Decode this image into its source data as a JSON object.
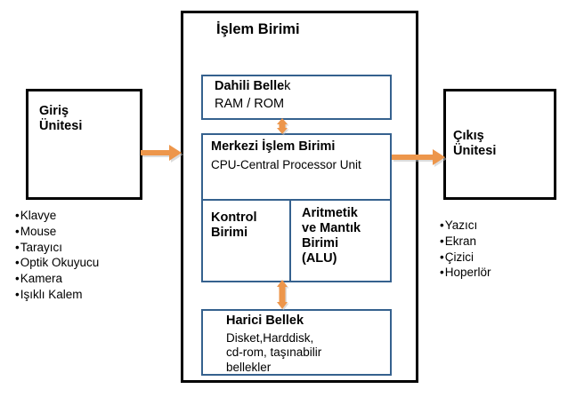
{
  "diagram": {
    "processing_unit": {
      "title": "İşlem Birimi",
      "internal_memory": {
        "title_bold": "Dahili Belle",
        "title_thin": "k",
        "subtitle": "RAM / ROM"
      },
      "cpu": {
        "title": "Merkezi İşlem Birimi",
        "subtitle": "CPU-Central Processor Unit",
        "control_unit": "Kontrol\nBirimi",
        "alu": "Aritmetik\nve Mantık\nBirimi\n(ALU)"
      },
      "external_memory": {
        "title": "Harici Bellek",
        "subtitle": "Disket,Harddisk,\n cd-rom, taşınabilir\nbellekler"
      }
    },
    "input_unit": {
      "title": "Giriş\nÜnitesi",
      "items": [
        "Klavye",
        "Mouse",
        "Tarayıcı",
        "Optik Okuyucu",
        "Kamera",
        "Işıklı Kalem"
      ]
    },
    "output_unit": {
      "title": "Çıkış\nÜnitesi",
      "items": [
        "Yazıcı",
        "Ekran",
        "Çizici",
        "Hoperlör"
      ]
    },
    "arrows": {
      "input_to_processing": "arrow-right-icon",
      "processing_to_output": "arrow-right-icon",
      "memory_link": "arrow-double-vertical-icon",
      "external_memory_link": "arrow-double-vertical-icon"
    },
    "colors": {
      "arrow": "#ED964B",
      "inner_border": "#35618E",
      "outer_border": "#000000",
      "bullet": "#000000"
    }
  }
}
